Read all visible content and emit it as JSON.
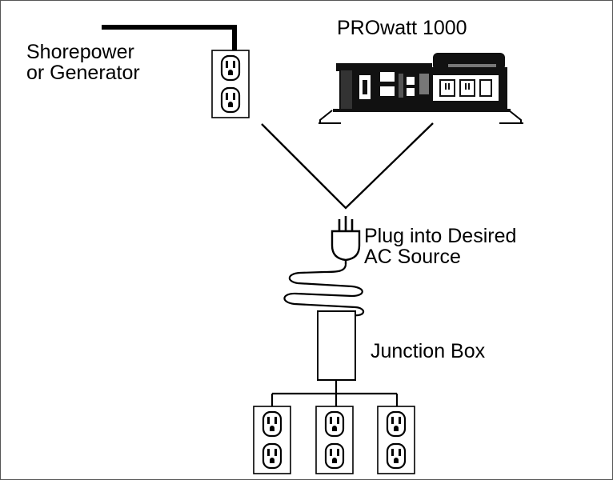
{
  "labels": {
    "source_line1": "Shorepower",
    "source_line2": "or Generator",
    "inverter_title": "PROwatt 1000",
    "plug_line1": "Plug into Desired",
    "plug_line2": "AC Source",
    "junction_box": "Junction Box"
  },
  "colors": {
    "line": "#000000",
    "inverter_body": "#111111",
    "panel_light": "#ffffff"
  },
  "icons": {
    "wall_outlet": "duplex-outlet-icon",
    "inverter": "inverter-device-icon",
    "plug": "ac-plug-icon"
  }
}
